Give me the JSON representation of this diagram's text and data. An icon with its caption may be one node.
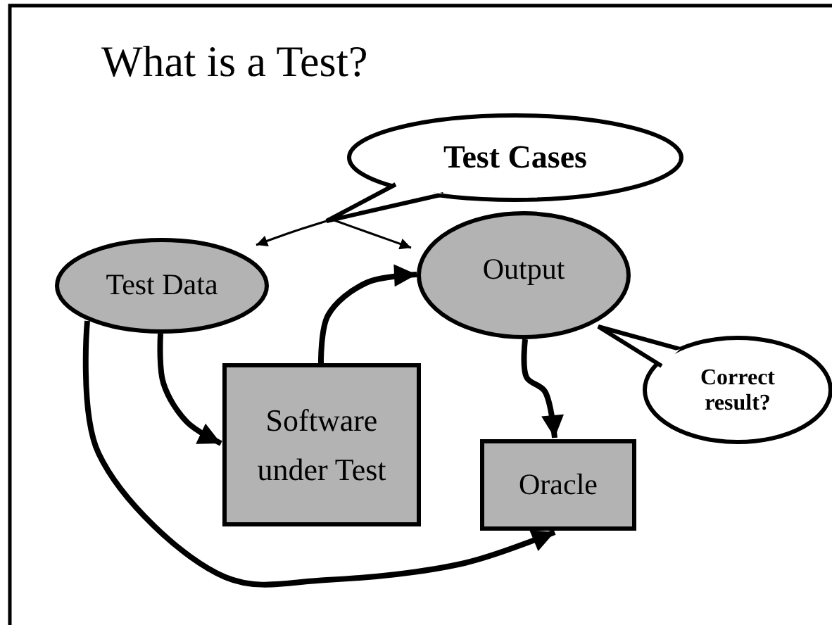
{
  "diagram": {
    "title": "What is a Test?",
    "nodes": [
      {
        "text": [
          "Test Cases"
        ]
      },
      {
        "text": [
          "Test Data"
        ]
      },
      {
        "text": [
          "Output"
        ]
      },
      {
        "text": [
          "Software under Test"
        ]
      },
      {
        "text": [
          "Correct result?"
        ]
      },
      {
        "text": [
          "Oracle"
        ]
      }
    ],
    "edges": [
      {
        "from": 0,
        "to": 1,
        "arrow": "to"
      },
      {
        "from": 0,
        "to": 2,
        "arrow": "to"
      },
      {
        "from": 1,
        "to": 3,
        "arrow": "to"
      },
      {
        "from": 3,
        "to": 2,
        "arrow": "to"
      },
      {
        "from": 2,
        "to": 5,
        "arrow": "to"
      },
      {
        "from": 1,
        "to": 5,
        "arrow": "to"
      }
    ]
  }
}
